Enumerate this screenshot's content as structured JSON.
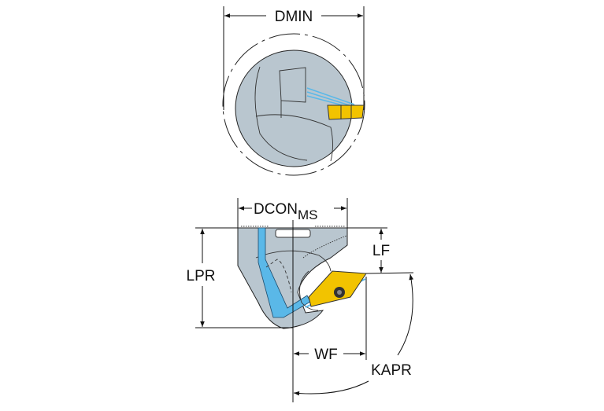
{
  "diagram": {
    "top_view": {
      "dimension_label": "DMIN"
    },
    "side_view": {
      "dimensions": {
        "dcon": "DCON",
        "dcon_subscript": "MS",
        "lpr": "LPR",
        "lf": "LF",
        "wf": "WF",
        "kapr": "KAPR"
      }
    },
    "colors": {
      "body": "#b9c6cf",
      "insert": "#f2c300",
      "coolant": "#5ab8e8"
    }
  }
}
